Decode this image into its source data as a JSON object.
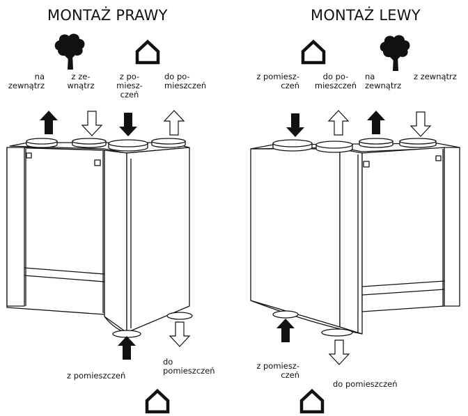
{
  "left": {
    "title": "MONTAŻ PRAWY",
    "labels": {
      "na_zewnatrz": "na\nzewnątrz",
      "z_zewnatrz": "z ze-\nwnątrz",
      "z_pomieszczen": "z po-\nmiesz-\nczeń",
      "do_pomieszczen": "do po-\nmieszczeń",
      "bottom_z_pomieszczen": "z pomieszczeń",
      "bottom_do_pomieszczen": "do\npomieszczeń"
    }
  },
  "right": {
    "title": "MONTAŻ LEWY",
    "labels": {
      "z_pomieszczen": "z pomiesz-\nczeń",
      "do_pomieszczen": "do po-\nmieszczeń",
      "na_zewnatrz": "na\nzewnątrz",
      "z_zewnatrz": "z zewnątrz",
      "bottom_z_pomieszczen": "z pomiesz-\nczeń",
      "bottom_do_pomieszczen": "do pomieszczeń"
    }
  },
  "icons": [
    "tree-icon",
    "house-icon",
    "arrow-up-filled-icon",
    "arrow-down-filled-icon",
    "arrow-up-outline-icon",
    "arrow-down-outline-icon"
  ]
}
